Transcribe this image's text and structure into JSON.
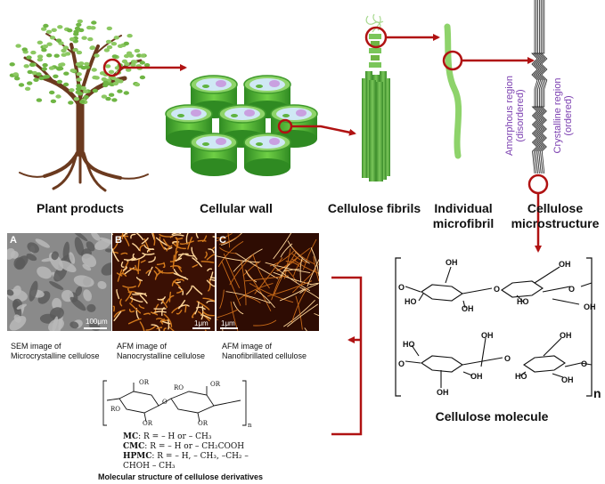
{
  "colors": {
    "arrow": "#b01212",
    "plant_leaf": "#6fb544",
    "trunk": "#6b3a1f",
    "cell_green": "#4caf2f",
    "fibril_green": "#66b842",
    "region_text": "#7b3fb0"
  },
  "labels": {
    "plant_products": "Plant products",
    "cellular_wall": "Cellular wall",
    "cellulose_fibrils": "Cellulose fibrils",
    "individual_microfibril_1": "Individual",
    "individual_microfibril_2": "microfibril",
    "cellulose_microstructure_1": "Cellulose",
    "cellulose_microstructure_2": "microstructure",
    "amorphous_region_1": "Amorphous region",
    "amorphous_region_2": "(disordered)",
    "crystalline_region_1": "Crystalline region",
    "crystalline_region_2": "(ordered)",
    "cellulose_molecule": "Cellulose molecule",
    "molecular_structure": "Molecular structure of cellulose derivatives"
  },
  "images": [
    {
      "letter": "A",
      "scale": "100μm",
      "caption_1": "SEM image of",
      "caption_2": "Microcrystalline cellulose"
    },
    {
      "letter": "B",
      "scale": "1μm",
      "caption_1": "AFM image of",
      "caption_2": "Nanocrystalline cellulose"
    },
    {
      "letter": "C",
      "scale": "1μm",
      "caption_1": "AFM image of",
      "caption_2": "Nanofibrillated cellulose"
    }
  ],
  "molecule": {
    "oh": "OH",
    "ho": "HO",
    "o": "O",
    "n": "n"
  },
  "derivatives": {
    "ro": "RO",
    "or": "OR",
    "o": "O",
    "n": "n",
    "mc_name": "MC",
    "mc_def": ": R = – H or – CH₃",
    "cmc_name": "CMC",
    "cmc_def": ": R = – H or – CH₂COOH",
    "hpmc_name": "HPMC",
    "hpmc_def": ": R = – H, – CH₃, –CH₂ –",
    "hpmc_def_2": "CHOH – CH₃"
  }
}
